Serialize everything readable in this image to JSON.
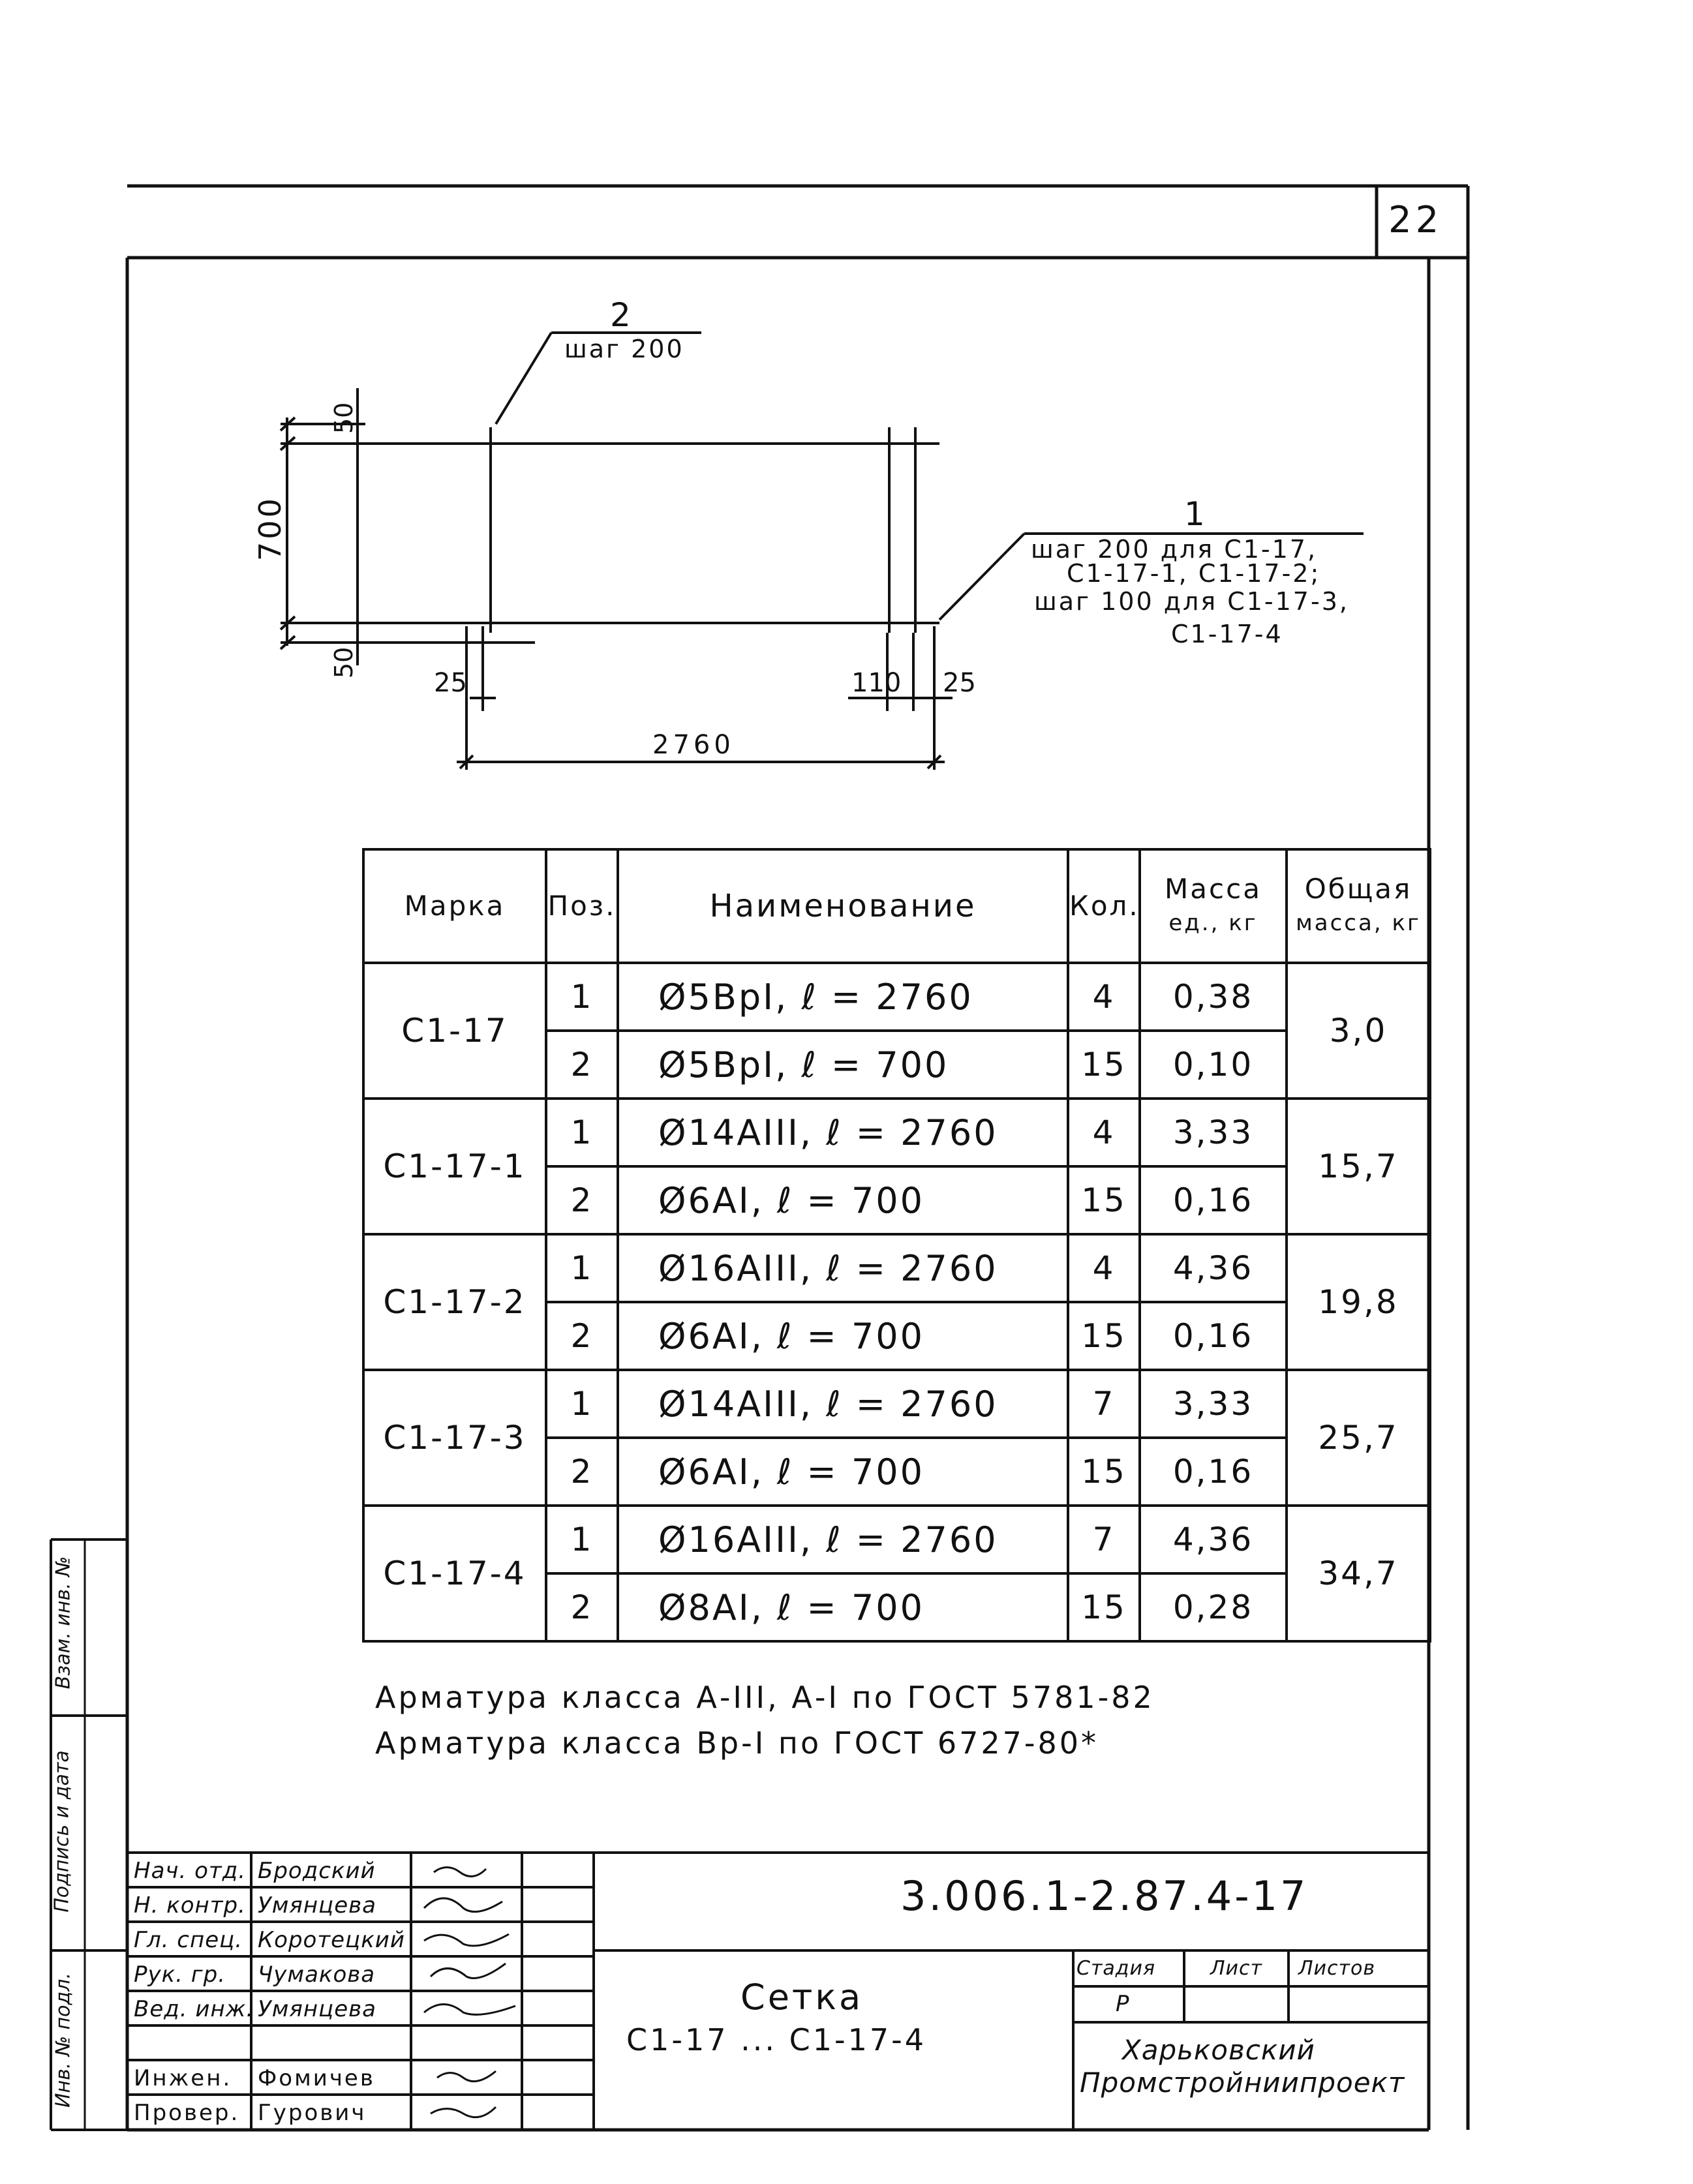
{
  "sheet": {
    "number": "22"
  },
  "drawing": {
    "pos2_label": "2",
    "pos2_step": "шаг 200",
    "pos1_label": "1",
    "pos1_notes": [
      "шаг 200 для С1-17,",
      "С1-17-1, С1-17-2;",
      "шаг 100 для С1-17-3,",
      "С1-17-4"
    ],
    "dim_height": "700",
    "dim_top": "50",
    "dim_bottom": "50",
    "dim_left": "25",
    "dim_right_gap": "110",
    "dim_right": "25",
    "dim_length": "2760"
  },
  "table": {
    "headers": {
      "mark": "Марка",
      "pos": "Поз.",
      "name": "Наименование",
      "qty": "Кол.",
      "unit_mass": [
        "Масса",
        "ед., кг"
      ],
      "total_mass": [
        "Общая",
        "масса, кг"
      ]
    },
    "groups": [
      {
        "mark": "С1-17",
        "total": "3,0",
        "rows": [
          {
            "pos": "1",
            "name": "Ø5ВрI,  ℓ = 2760",
            "qty": "4",
            "mass": "0,38"
          },
          {
            "pos": "2",
            "name": "Ø5ВрI,  ℓ = 700",
            "qty": "15",
            "mass": "0,10"
          }
        ]
      },
      {
        "mark": "С1-17-1",
        "total": "15,7",
        "rows": [
          {
            "pos": "1",
            "name": "Ø14АIII,  ℓ = 2760",
            "qty": "4",
            "mass": "3,33"
          },
          {
            "pos": "2",
            "name": "Ø6АI,  ℓ = 700",
            "qty": "15",
            "mass": "0,16"
          }
        ]
      },
      {
        "mark": "С1-17-2",
        "total": "19,8",
        "rows": [
          {
            "pos": "1",
            "name": "Ø16АIII,  ℓ = 2760",
            "qty": "4",
            "mass": "4,36"
          },
          {
            "pos": "2",
            "name": "Ø6АI,  ℓ = 700",
            "qty": "15",
            "mass": "0,16"
          }
        ]
      },
      {
        "mark": "С1-17-3",
        "total": "25,7",
        "rows": [
          {
            "pos": "1",
            "name": "Ø14АIII,  ℓ = 2760",
            "qty": "7",
            "mass": "3,33"
          },
          {
            "pos": "2",
            "name": "Ø6АI,  ℓ = 700",
            "qty": "15",
            "mass": "0,16"
          }
        ]
      },
      {
        "mark": "С1-17-4",
        "total": "34,7",
        "rows": [
          {
            "pos": "1",
            "name": "Ø16АIII,  ℓ = 2760",
            "qty": "7",
            "mass": "4,36"
          },
          {
            "pos": "2",
            "name": "Ø8АI,  ℓ = 700",
            "qty": "15",
            "mass": "0,28"
          }
        ]
      }
    ]
  },
  "notes": [
    "Арматура класса А-III, А-I по ГОСТ 5781-82",
    "Арматура класса Вр-I по ГОСТ 6727-80*"
  ],
  "title_block": {
    "document_code": "3.006.1-2.87.4-17",
    "title": "Сетка",
    "subtitle": "С1-17 ... С1-17-4",
    "stage_label": "Стадия",
    "sheet_label": "Лист",
    "sheets_label": "Листов",
    "stage_value": "Р",
    "organization": [
      "Харьковский",
      "Промстройниипроект"
    ],
    "people": [
      {
        "role": "Нач. отд.",
        "name": "Бродский"
      },
      {
        "role": "Н. контр.",
        "name": "Умянцева"
      },
      {
        "role": "Гл. спец.",
        "name": "Коротецкий"
      },
      {
        "role": "Рук. гр.",
        "name": "Чумакова"
      },
      {
        "role": "Вед. инж.",
        "name": "Умянцева"
      },
      {
        "role": "",
        "name": ""
      },
      {
        "role": "Инжен.",
        "name": "Фомичев"
      },
      {
        "role": "Провер.",
        "name": "Гурович"
      }
    ],
    "side_labels": [
      "Взам. инв. №",
      "Подпись и дата",
      "Инв. № подл."
    ]
  }
}
